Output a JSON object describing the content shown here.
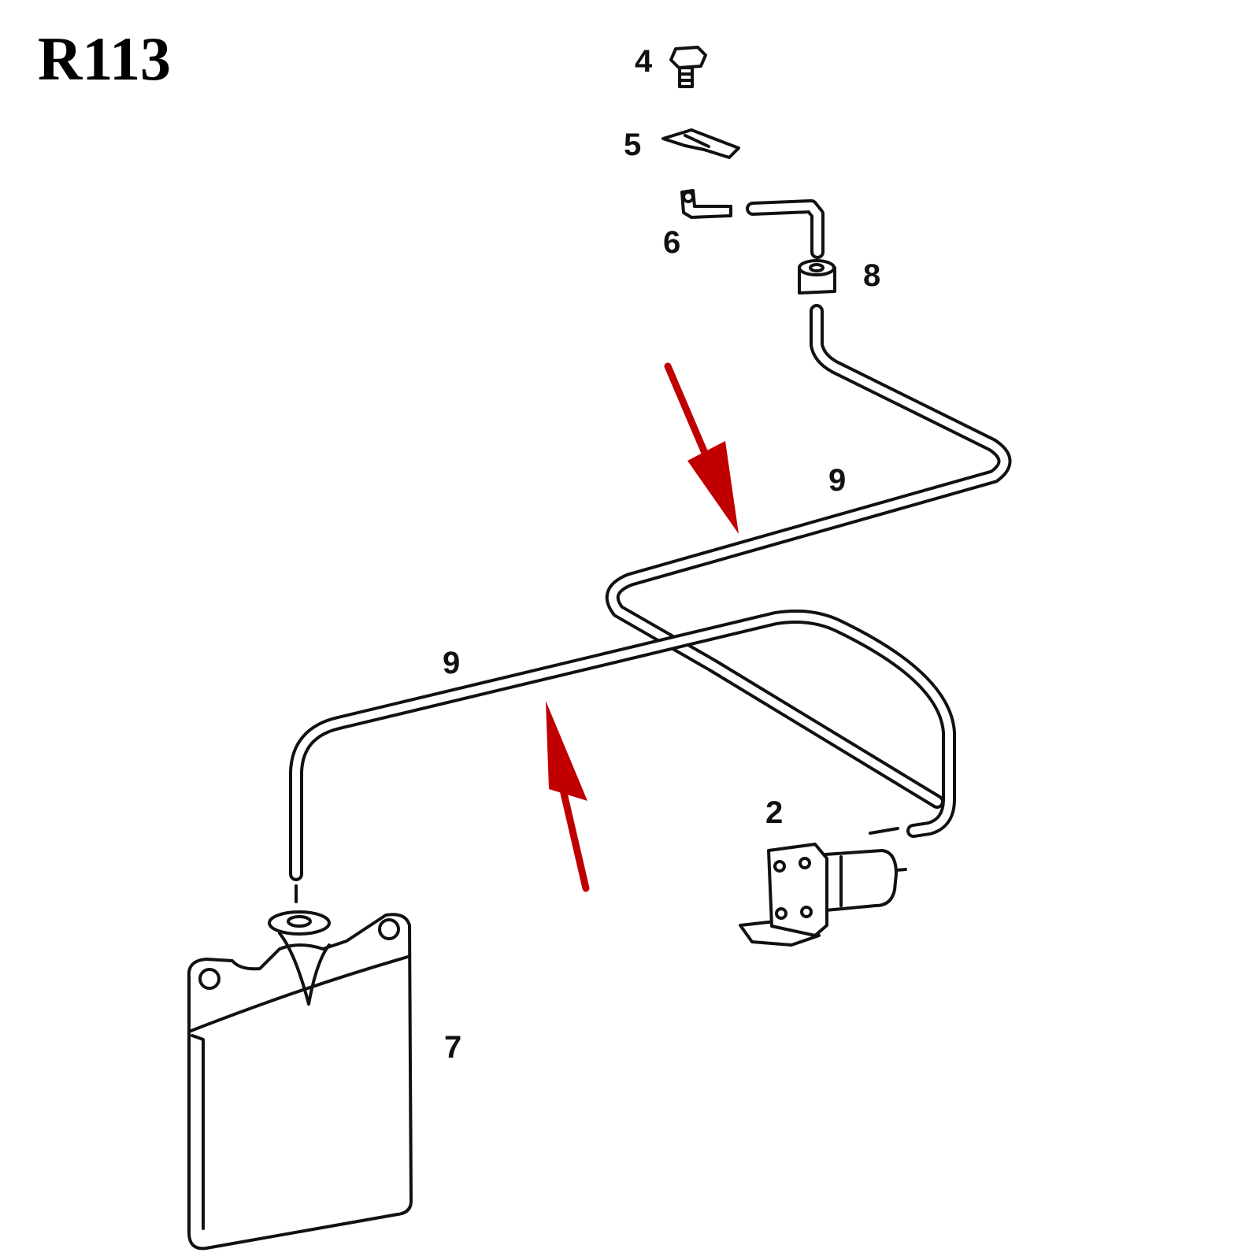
{
  "title": "R113",
  "callouts": {
    "part_4": "4",
    "part_5": "5",
    "part_6": "6",
    "part_8": "8",
    "part_9_upper": "9",
    "part_9_lower": "9",
    "part_2": "2",
    "part_7": "7"
  },
  "colors": {
    "line": "#111111",
    "arrow": "#c00000",
    "background": "#ffffff"
  }
}
